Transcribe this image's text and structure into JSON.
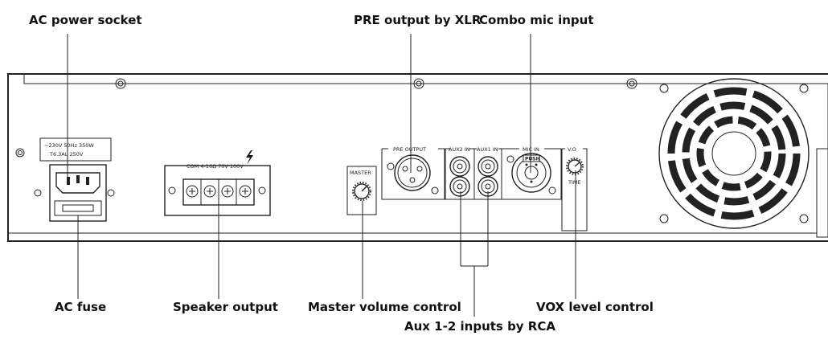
{
  "callouts": {
    "ac_power_socket": "AC power socket",
    "pre_output": "PRE output by XLR",
    "combo_mic_input": "Combo mic input",
    "ac_fuse": "AC fuse",
    "speaker_output": "Speaker output",
    "master_volume": "Master volume control",
    "vox_level": "VOX level control",
    "aux_inputs": "Aux 1-2 inputs by RCA"
  },
  "panel_labels": {
    "power_rating_line1": "~230V 50Hz 350W",
    "power_rating_line2": "T6.3AL 250V",
    "speaker_terminal": "COM  4-16Ω  70V      100V",
    "master": "MASTER",
    "pre_output": "PRE OUTPUT",
    "aux2_in": "AUX2 IN",
    "aux1_in": "AUX1 IN",
    "mic_in": "MIC IN",
    "push": "PUSH",
    "vo": "V.O",
    "time": "TIME"
  },
  "icons": [
    "lightning-bolt-icon",
    "screw-icon",
    "knob-icon",
    "xlr-connector-icon",
    "rca-jack-icon",
    "combo-jack-icon",
    "fan-vent-icon"
  ]
}
